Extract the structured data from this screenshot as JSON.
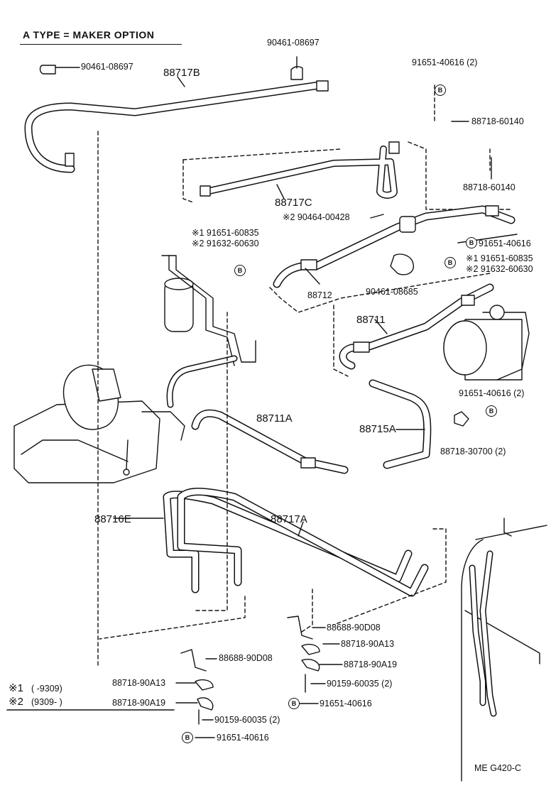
{
  "header": {
    "title": "A  TYPE = MAKER  OPTION"
  },
  "bolt_mark": "B",
  "parts": {
    "p90461_08697_left": "90461-08697",
    "p90461_08697_top": "90461-08697",
    "p88717B": "88717B",
    "p91651_40616_2_top": "91651-40616 (2)",
    "p88718_60140_a": "88718-60140",
    "p88718_60140_b": "88718-60140",
    "p88717C": "88717C",
    "p90464_00428": "※2  90464-00428",
    "p91651_60835_left": "※1 91651-60835",
    "p91632_60630_left": "※2 91632-60630",
    "p91651_40616_mid": "91651-40616",
    "p91651_60835_right": "※1 91651-60835",
    "p91632_60630_right": "※2 91632-60630",
    "p88712": "88712",
    "p90461_08685": "90461-08685",
    "p88711": "88711",
    "p88711A": "88711A",
    "p88715A": "88715A",
    "p91651_40616_2_right": "91651-40616 (2)",
    "p88718_30700_2": "88718-30700 (2)",
    "p88716E": "88716E",
    "p88717A": "88717A",
    "p88688_90D08_right": "88688-90D08",
    "p88718_90A13_right": "88718-90A13",
    "p88718_90A19_right": "88718-90A19",
    "p90159_60035_2_right": "90159-60035 (2)",
    "p91651_40616_right_bot": "91651-40616",
    "p88688_90D08_left": "88688-90D08",
    "p88718_90A13_left": "88718-90A13",
    "p88718_90A19_left": "88718-90A19",
    "p90159_60035_2_left": "90159-60035 (2)",
    "p91651_40616_left_bot": "91651-40616"
  },
  "legend": {
    "row1_mark": "※1",
    "row1_range": "(      -9309)",
    "row2_mark": "※2",
    "row2_range": "(9309-         )"
  },
  "footer": {
    "code": "ME  G420-C"
  }
}
